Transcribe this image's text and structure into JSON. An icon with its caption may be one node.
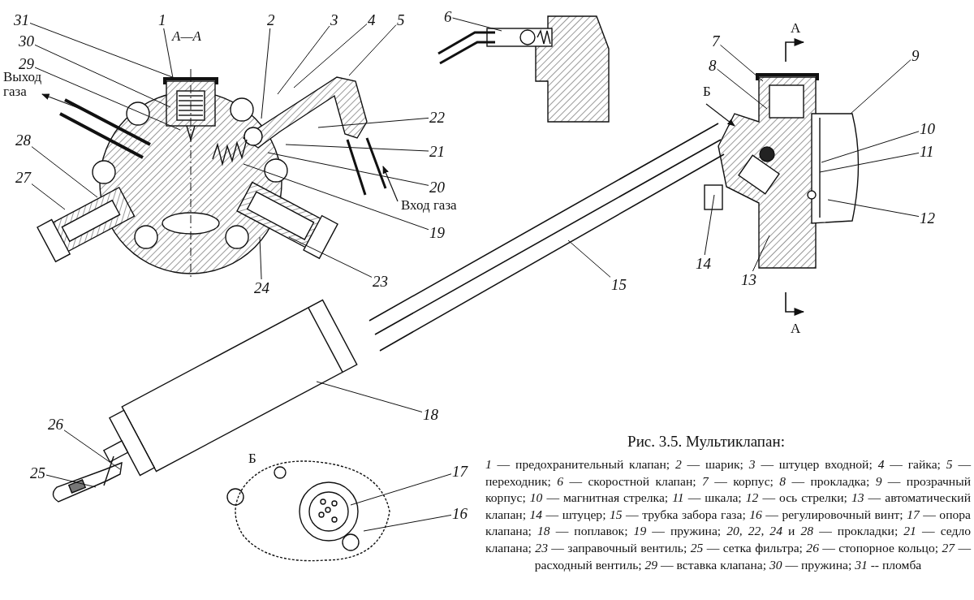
{
  "diagram": {
    "title": "Рис. 3.5. Мультиклапан:",
    "caption": "*1* — предохранительный клапан; *2* — шарик; *3* — штуцер входной; *4* — гайка; *5* — переходник; *6* — скоростной клапан; *7* — корпус; *8* — прокладка; *9* — прозрачный корпус; *10* — магнитная стрелка; *11* — шкала; *12* — ось стрелки; *13* — автоматический клапан; *14* — штуцер; *15* — трубка забора газа; *16* — регулировочный винт; *17* — опора клапана; *18* — поплавок; *19* — пружина; *20, 22, 24* и *28* — прокладки; *21* — седло клапана; *23* — заправочный вентиль; *25* — сетка фильтра; *26* — стопорное кольцо; *27* — расходный вентиль; *29* — вставка клапана; *30* — пружина; *31* -- пломба",
    "nodes": [
      {
        "text": [
          "31"
        ]
      },
      {
        "text": [
          "1"
        ]
      },
      {
        "text": [
          "30"
        ]
      },
      {
        "text": [
          "29"
        ]
      },
      {
        "text": [
          "2"
        ]
      },
      {
        "text": [
          "3"
        ]
      },
      {
        "text": [
          "4"
        ]
      },
      {
        "text": [
          "5"
        ]
      },
      {
        "text": [
          "6"
        ]
      },
      {
        "text": [
          "22"
        ]
      },
      {
        "text": [
          "21"
        ]
      },
      {
        "text": [
          "20"
        ]
      },
      {
        "text": [
          "19"
        ]
      },
      {
        "text": [
          "28"
        ]
      },
      {
        "text": [
          "27"
        ]
      },
      {
        "text": [
          "24"
        ]
      },
      {
        "text": [
          "23"
        ]
      },
      {
        "text": [
          "7"
        ]
      },
      {
        "text": [
          "8"
        ]
      },
      {
        "text": [
          "9"
        ]
      },
      {
        "text": [
          "10"
        ]
      },
      {
        "text": [
          "11"
        ]
      },
      {
        "text": [
          "12"
        ]
      },
      {
        "text": [
          "13"
        ]
      },
      {
        "text": [
          "14"
        ]
      },
      {
        "text": [
          "15"
        ]
      },
      {
        "text": [
          "18"
        ]
      },
      {
        "text": [
          "26"
        ]
      },
      {
        "text": [
          "25"
        ]
      },
      {
        "text": [
          "17"
        ]
      },
      {
        "text": [
          "16"
        ]
      }
    ],
    "edges": [
      {
        "from": 0,
        "to": null,
        "arrow": "none"
      },
      {
        "from": 1,
        "to": null,
        "arrow": "none"
      },
      {
        "from": 2,
        "to": null,
        "arrow": "none"
      },
      {
        "from": 3,
        "to": null,
        "arrow": "none"
      },
      {
        "from": 4,
        "to": null,
        "arrow": "none"
      },
      {
        "from": 5,
        "to": null,
        "arrow": "none"
      },
      {
        "from": 6,
        "to": null,
        "arrow": "none"
      },
      {
        "from": 7,
        "to": null,
        "arrow": "none"
      },
      {
        "from": 8,
        "to": null,
        "arrow": "none"
      },
      {
        "from": 9,
        "to": null,
        "arrow": "none"
      },
      {
        "from": 10,
        "to": null,
        "arrow": "none"
      },
      {
        "from": 11,
        "to": null,
        "arrow": "none"
      },
      {
        "from": 12,
        "to": null,
        "arrow": "none"
      },
      {
        "from": 13,
        "to": null,
        "arrow": "none"
      },
      {
        "from": 14,
        "to": null,
        "arrow": "none"
      },
      {
        "from": 15,
        "to": null,
        "arrow": "none"
      },
      {
        "from": 16,
        "to": null,
        "arrow": "none"
      },
      {
        "from": 17,
        "to": null,
        "arrow": "none"
      },
      {
        "from": 18,
        "to": null,
        "arrow": "none"
      },
      {
        "from": 19,
        "to": null,
        "arrow": "none"
      },
      {
        "from": 20,
        "to": null,
        "arrow": "none"
      },
      {
        "from": 21,
        "to": null,
        "arrow": "none"
      },
      {
        "from": 22,
        "to": null,
        "arrow": "none"
      },
      {
        "from": 23,
        "to": null,
        "arrow": "none"
      },
      {
        "from": 24,
        "to": null,
        "arrow": "none"
      },
      {
        "from": 25,
        "to": null,
        "arrow": "none"
      },
      {
        "from": 26,
        "to": null,
        "arrow": "none"
      },
      {
        "from": 27,
        "to": null,
        "arrow": "none"
      },
      {
        "from": 28,
        "to": null,
        "arrow": "none"
      },
      {
        "from": 29,
        "to": null,
        "arrow": "none"
      },
      {
        "from": 30,
        "to": null,
        "arrow": "none"
      }
    ],
    "labels": [
      "А—А",
      "Выход газа",
      "А",
      "Б",
      "Вход газа",
      "А",
      "Б"
    ]
  }
}
